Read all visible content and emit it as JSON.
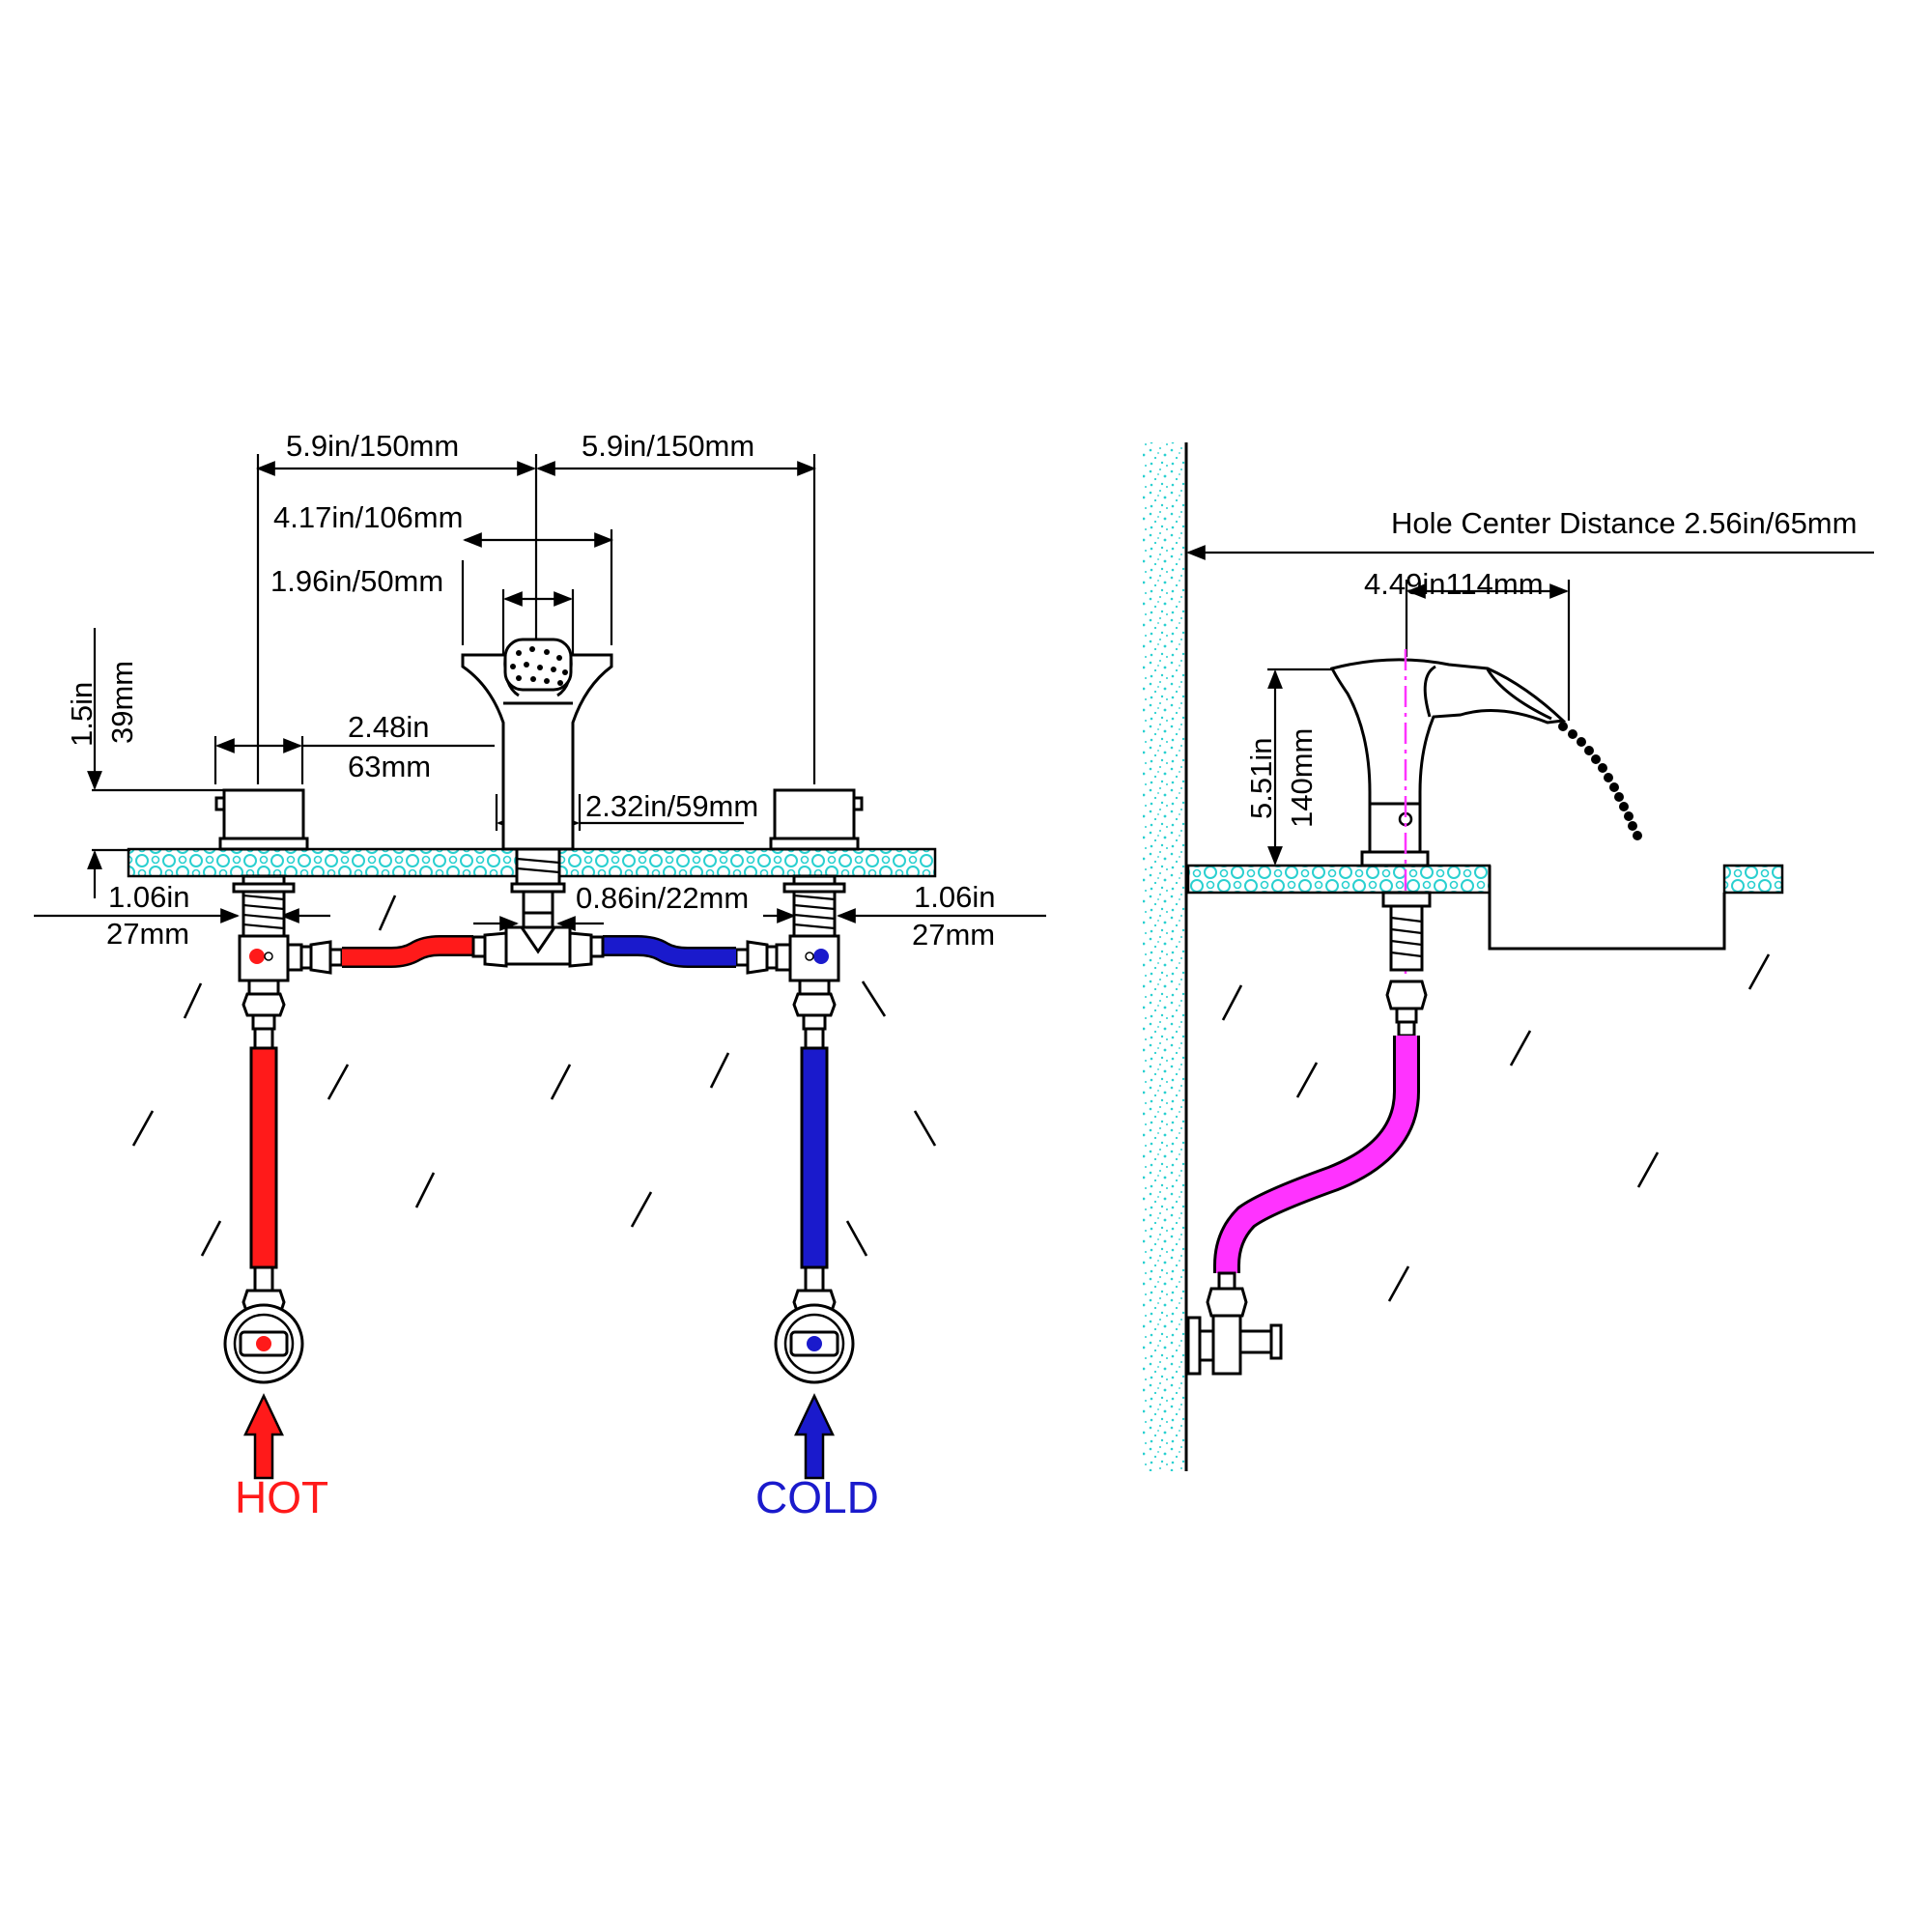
{
  "front_view": {
    "dims": {
      "left_spacing": "5.9in/150mm",
      "right_spacing": "5.9in/150mm",
      "spout_width": "4.17in/106mm",
      "aerator_width": "1.96in/50mm",
      "handle_height_in": "1.5in",
      "handle_height_mm": "39mm",
      "handle_width_in": "2.48in",
      "handle_width_mm": "63mm",
      "base_width": "2.32in/59mm",
      "left_shank_in": "1.06in",
      "left_shank_mm": "27mm",
      "center_shank": "0.86in/22mm",
      "right_shank_in": "1.06in",
      "right_shank_mm": "27mm"
    },
    "hot_label": "HOT",
    "cold_label": "COLD",
    "colors": {
      "hot": "#ff1a1a",
      "cold": "#1a1acc",
      "countertop": "#33d6d6",
      "side_hose": "#ff33ff"
    }
  },
  "side_view": {
    "dims": {
      "hole_center": "Hole Center Distance 2.56in/65mm",
      "spout_reach": "4.49in114mm",
      "height_in": "5.51in",
      "height_mm": "140mm"
    }
  }
}
